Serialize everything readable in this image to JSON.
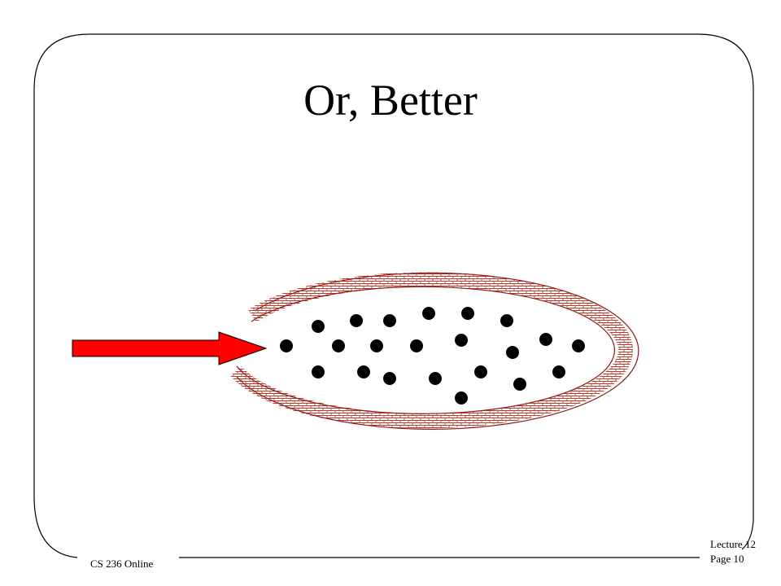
{
  "slide": {
    "title": "Or, Better",
    "footer_left": "CS 236 Online",
    "footer_lecture": "Lecture 12",
    "footer_page": "Page 10"
  },
  "diagram": {
    "arrow_color": "#ff0000",
    "wall_color": "#8b1a1a",
    "particle_color": "#000000",
    "particle_count": 22
  }
}
